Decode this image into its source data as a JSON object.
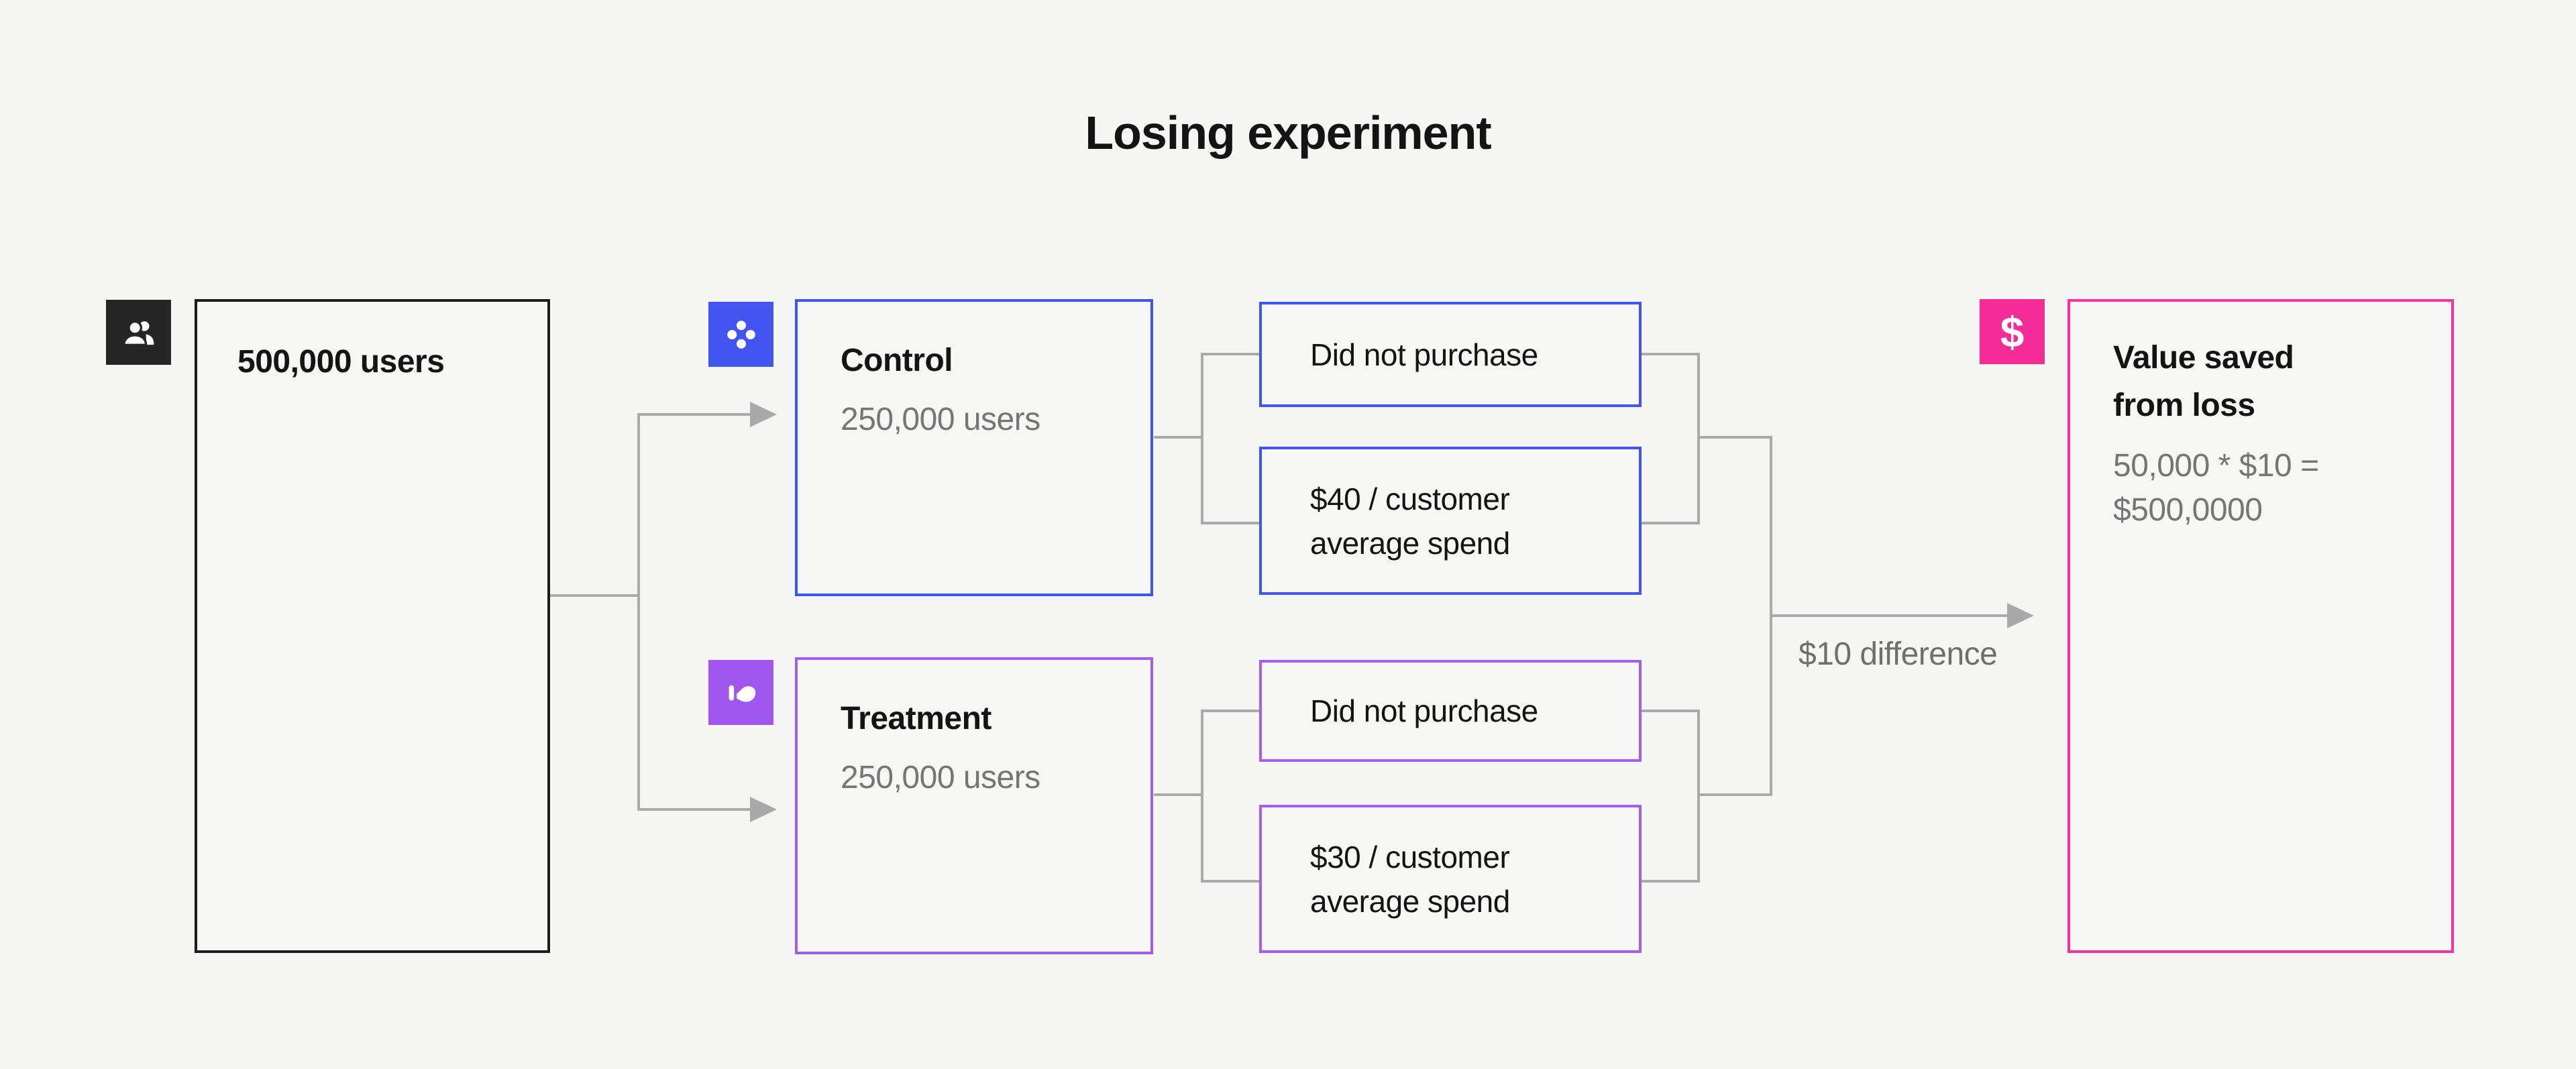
{
  "title": "Losing experiment",
  "palette": {
    "background": "#f5f5f3",
    "black": "#1c1c1c",
    "blue": "#3d55f3",
    "purple": "#a55cf0",
    "pink": "#f5319b",
    "connector_gray": "#a9a9a9",
    "secondary_text_gray": "#757575"
  },
  "population": {
    "icon": "users-icon",
    "label": "500,000 users"
  },
  "groups": [
    {
      "id": "control",
      "icon": "cluster-icon",
      "title": "Control",
      "subtitle": "250,000 users"
    },
    {
      "id": "treatment",
      "icon": "pointer-hand-icon",
      "title": "Treatment",
      "subtitle": "250,000 users"
    }
  ],
  "outcomes": [
    {
      "group": "control",
      "lines": [
        "Did not purchase"
      ]
    },
    {
      "group": "control",
      "lines": [
        "$40 / customer",
        "average spend"
      ]
    },
    {
      "group": "treatment",
      "lines": [
        "Did not purchase"
      ]
    },
    {
      "group": "treatment",
      "lines": [
        "$30 / customer",
        "average spend"
      ]
    }
  ],
  "difference_label": "$10 difference",
  "result": {
    "icon": "dollar-icon",
    "icon_glyph": "$",
    "title_lines": [
      "Value saved",
      "from loss"
    ],
    "formula_lines": [
      "50,000 * $10 =",
      "$500,0000"
    ]
  }
}
